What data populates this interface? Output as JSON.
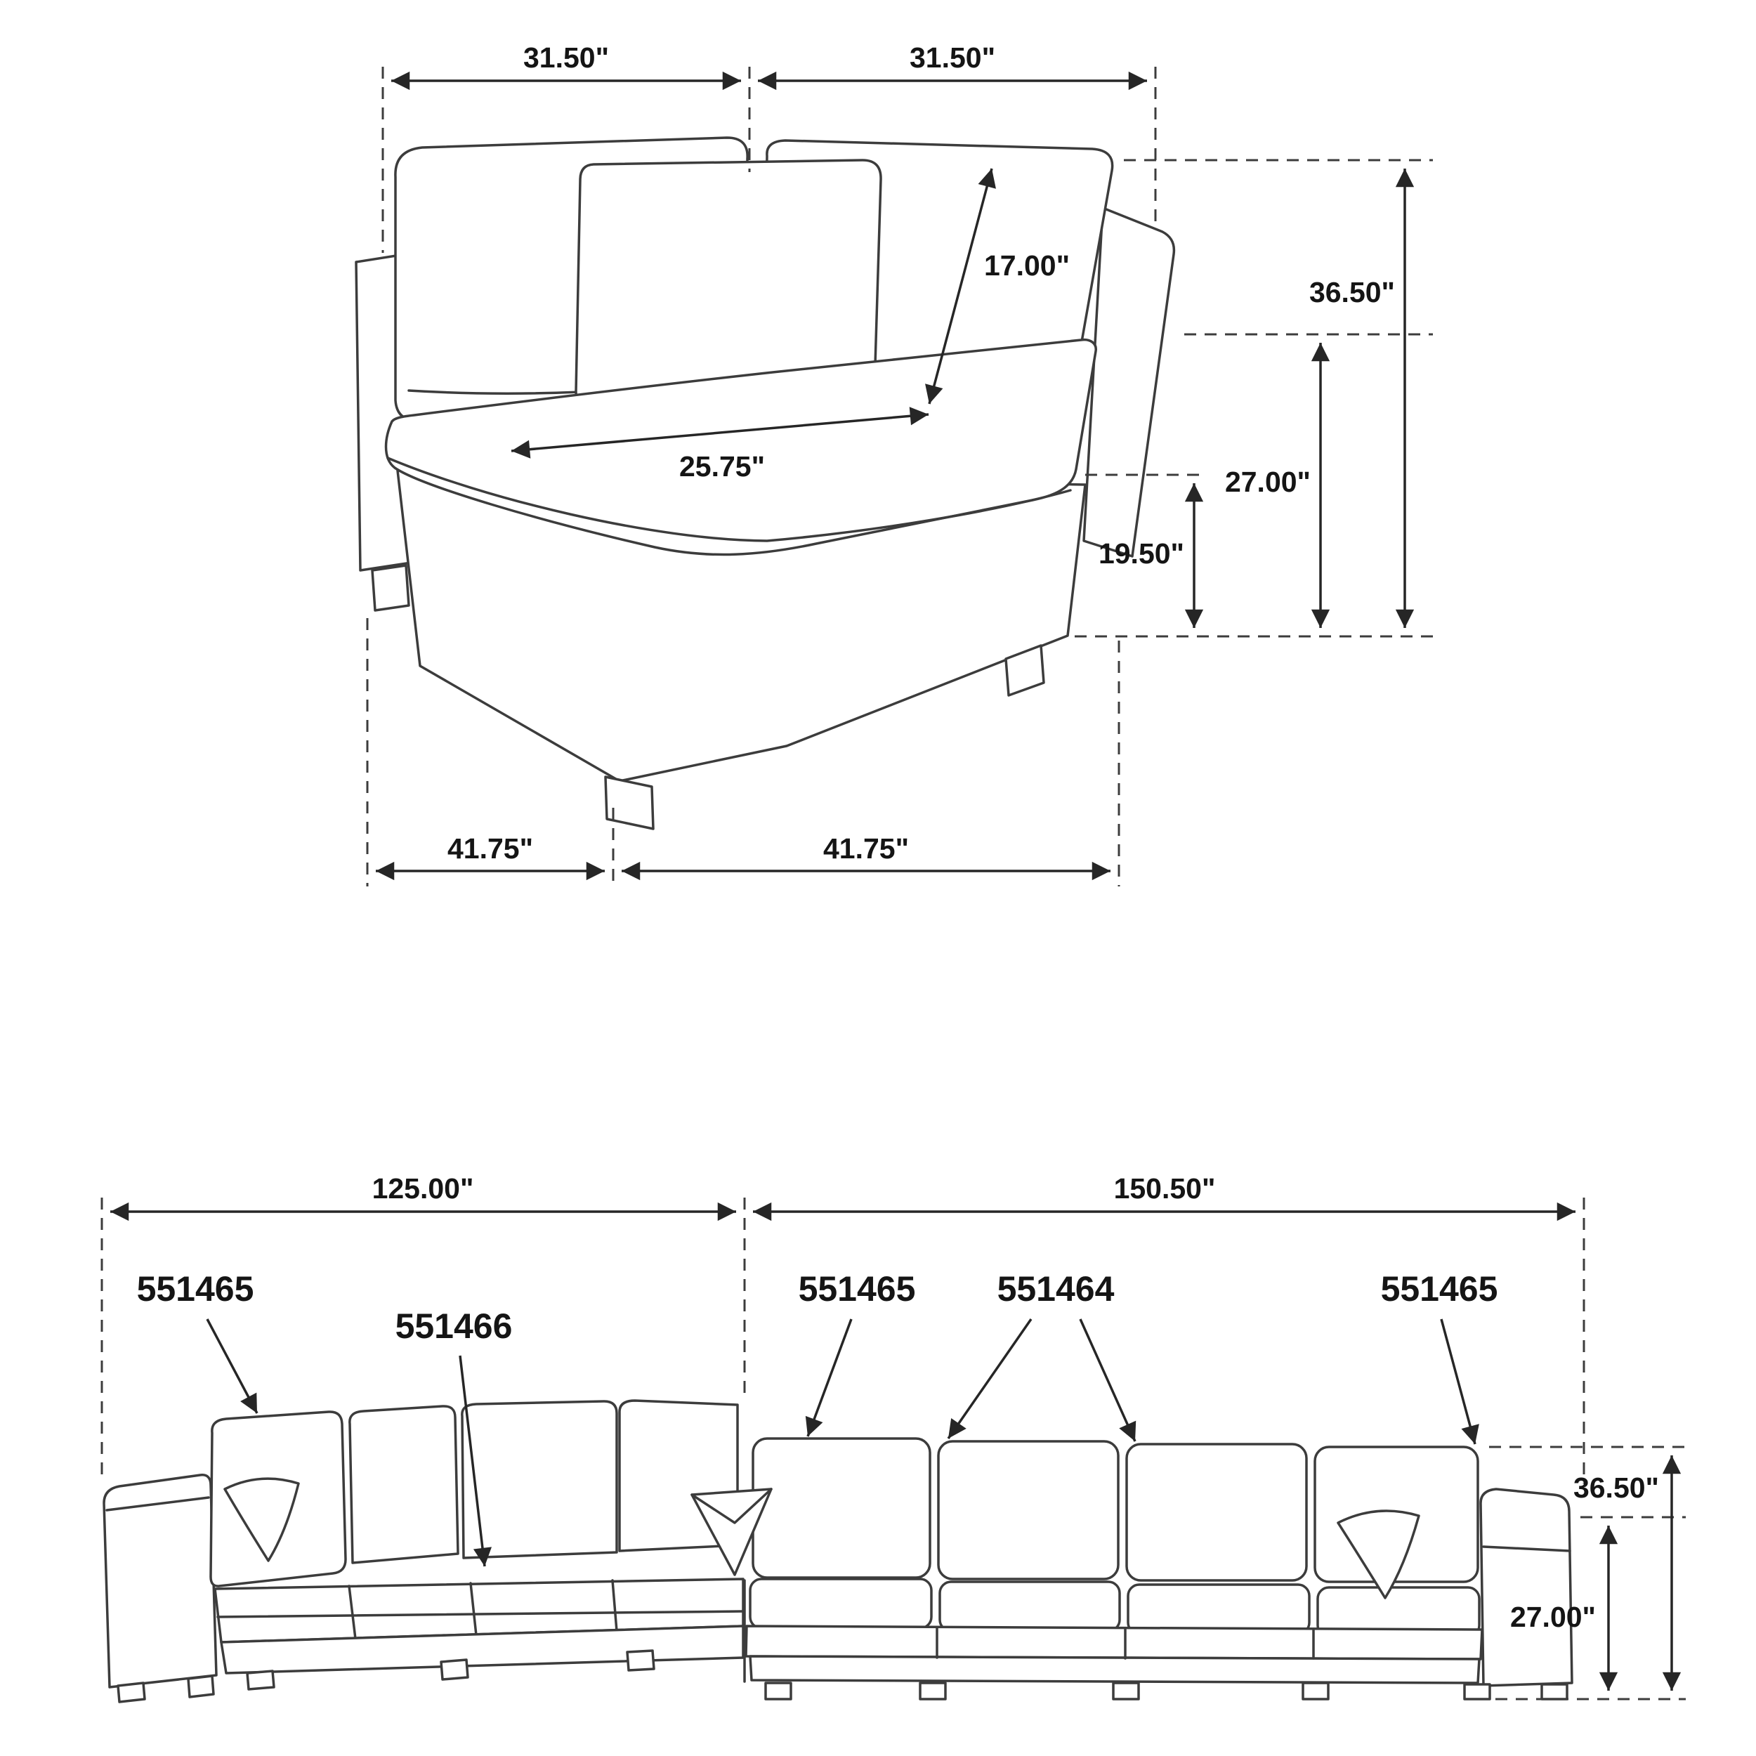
{
  "colors": {
    "background": "#ffffff",
    "line": "#3c3c3c",
    "text": "#151515"
  },
  "corner_module": {
    "dims": {
      "back_width_left": "31.50\"",
      "back_width_right": "31.50\"",
      "back_cushion_length": "17.00\"",
      "overall_height": "36.50\"",
      "arm_height": "27.00\"",
      "seat_depth": "25.75\"",
      "seat_height": "19.50\"",
      "base_width_left": "41.75\"",
      "base_width_right": "41.75\""
    }
  },
  "sectional": {
    "dims": {
      "overall_width_left": "125.00\"",
      "overall_width_right": "150.50\"",
      "overall_height": "36.50\"",
      "arm_height": "27.00\""
    },
    "skus": [
      "551465",
      "551466",
      "551465",
      "551464",
      "551465"
    ]
  }
}
